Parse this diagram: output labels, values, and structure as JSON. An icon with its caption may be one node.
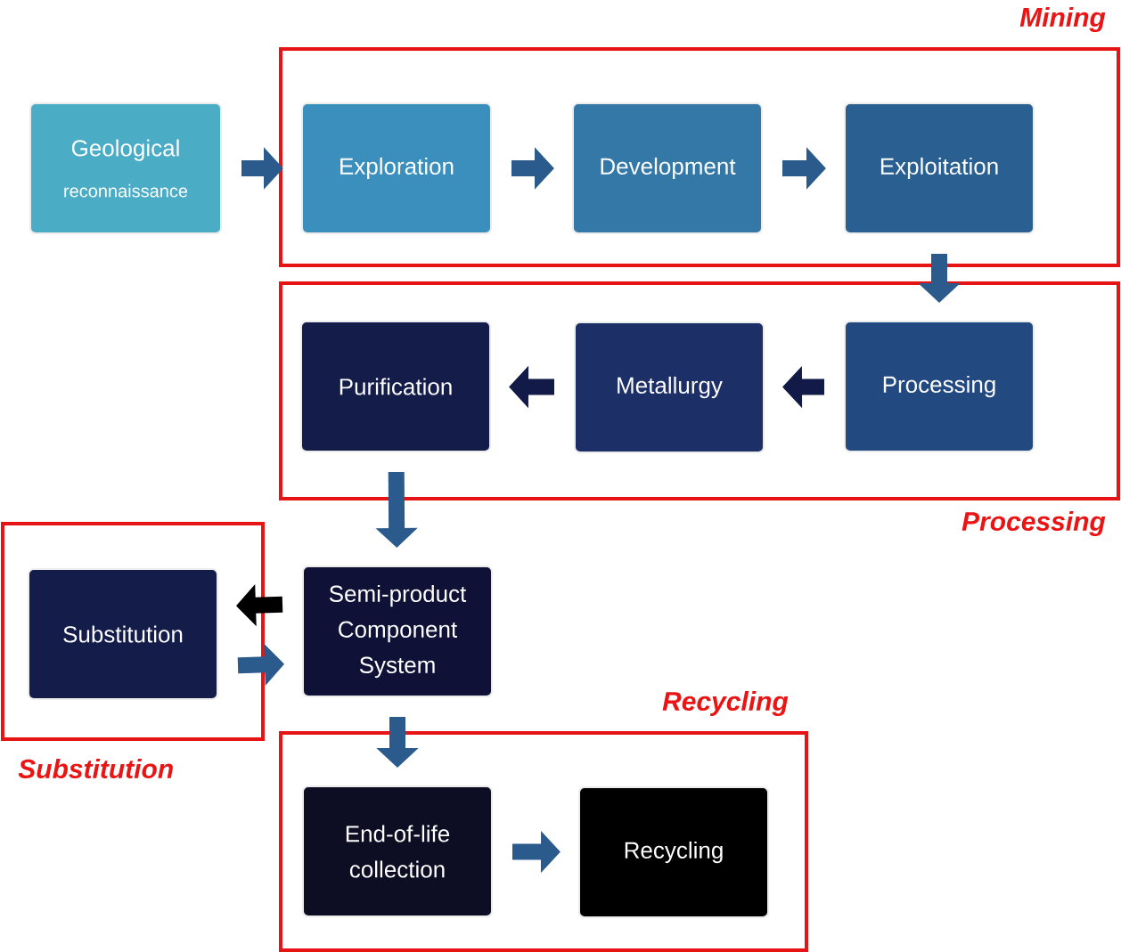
{
  "diagram": {
    "nodes": [
      {
        "text": [
          "Geological",
          "reconnaissance"
        ]
      },
      {
        "text": [
          "Mining"
        ]
      },
      {
        "text": [
          "Exploration"
        ],
        "in": 1
      },
      {
        "text": [
          "Development"
        ],
        "in": 1
      },
      {
        "text": [
          "Exploitation"
        ],
        "in": 1
      },
      {
        "text": [
          "Processing"
        ]
      },
      {
        "text": [
          "Purification"
        ],
        "in": 5
      },
      {
        "text": [
          "Metallurgy"
        ],
        "in": 5
      },
      {
        "text": [
          "Processing"
        ],
        "in": 5
      },
      {
        "text": [
          "Substitution"
        ]
      },
      {
        "text": [
          "Substitution"
        ],
        "in": 9
      },
      {
        "text": [
          "Semi-product Component System"
        ]
      },
      {
        "text": [
          "Recycling"
        ]
      },
      {
        "text": [
          "End-of-life collection"
        ],
        "in": 12
      },
      {
        "text": [
          "Recycling"
        ],
        "in": 12
      }
    ],
    "edges": [
      {
        "from": 0,
        "to": 2,
        "arrow": "to"
      },
      {
        "from": 2,
        "to": 3,
        "arrow": "to"
      },
      {
        "from": 3,
        "to": 4,
        "arrow": "to"
      },
      {
        "from": 4,
        "to": 8,
        "arrow": "to"
      },
      {
        "from": 8,
        "to": 7,
        "arrow": "to",
        "color": "#121a48"
      },
      {
        "from": 7,
        "to": 6,
        "arrow": "to",
        "color": "#121a48"
      },
      {
        "from": 6,
        "to": 11,
        "arrow": "to"
      },
      {
        "from": 11,
        "to": 10,
        "arrow": "to",
        "color": "#000000"
      },
      {
        "from": 10,
        "to": 11,
        "arrow": "to"
      },
      {
        "from": 11,
        "to": 13,
        "arrow": "to"
      },
      {
        "from": 13,
        "to": 14,
        "arrow": "to"
      }
    ]
  }
}
